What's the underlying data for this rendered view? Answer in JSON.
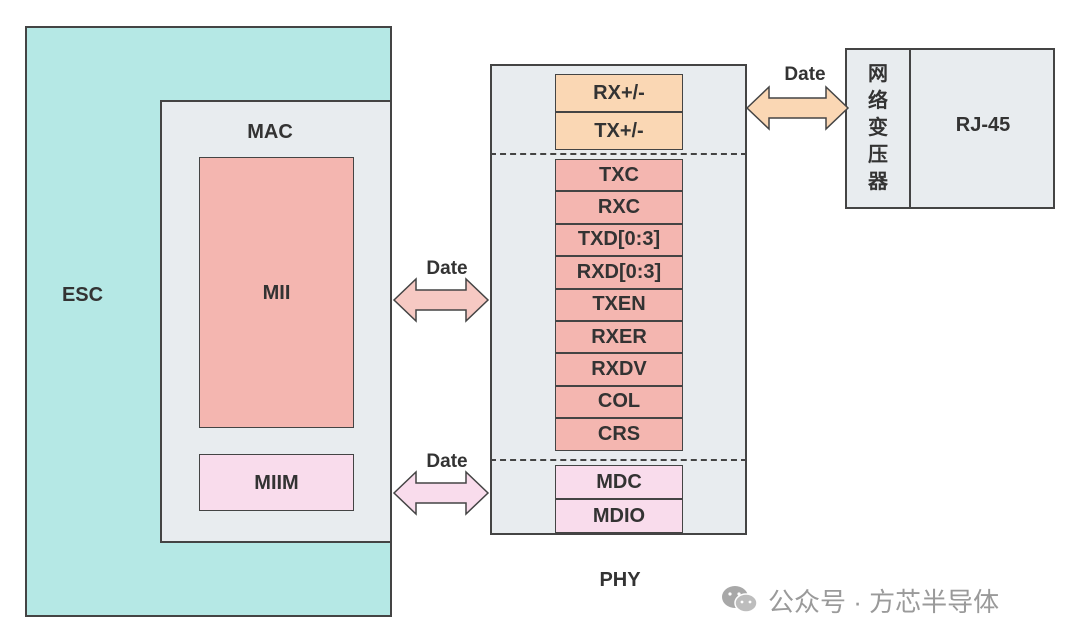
{
  "esc": {
    "label": "ESC"
  },
  "mac": {
    "label": "MAC",
    "mii": "MII",
    "miim": "MIIM"
  },
  "phy": {
    "label": "PHY",
    "line_signals": [
      "RX+/-",
      "TX+/-"
    ],
    "mii_signals": [
      "TXC",
      "RXC",
      "TXD[0:3]",
      "RXD[0:3]",
      "TXEN",
      "RXER",
      "RXDV",
      "COL",
      "CRS"
    ],
    "mgmt_signals": [
      "MDC",
      "MDIO"
    ]
  },
  "transformer": {
    "label_chars": [
      "网",
      "络",
      "变",
      "压",
      "器"
    ]
  },
  "rj45": {
    "label": "RJ-45"
  },
  "arrows": {
    "top": "Date",
    "mid": "Date",
    "bottom": "Date"
  },
  "watermark": {
    "text": "公众号 · 方芯半导体",
    "icon": "wechat-icon"
  },
  "colors": {
    "esc": "#B5E8E5",
    "panel": "#E8ECEF",
    "line_signal": "#FAD7B4",
    "mii_signal": "#F4B6B0",
    "mgmt_signal": "#F9DCEC",
    "arrow_orange": "#FAD7B4",
    "arrow_pink": "#F9DCEC"
  }
}
